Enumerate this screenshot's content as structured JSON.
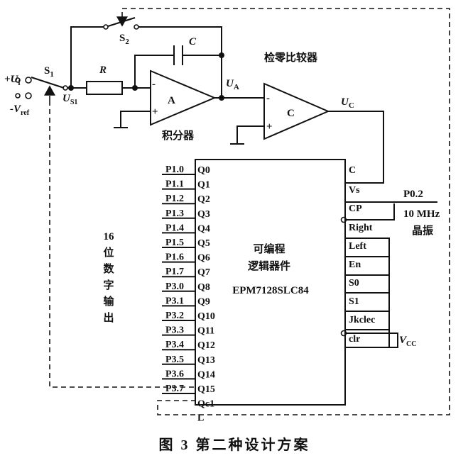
{
  "labels": {
    "s1": "S",
    "s1_sub": "1",
    "s2": "S",
    "s2_sub": "2",
    "ui": "+U",
    "ui_sub": "i",
    "vref": "-V",
    "vref_sub": "ref",
    "us1": "U",
    "us1_sub": "S1",
    "r": "R",
    "c": "C",
    "ua": "U",
    "ua_sub": "A",
    "uc": "U",
    "uc_sub": "C",
    "amp_a": "A",
    "amp_c": "C",
    "minus": "-",
    "plus": "+",
    "integrator": "积分器",
    "zero_comparator": "检零比较器",
    "osc_freq": "10 MHz",
    "osc_name": "晶振",
    "vcc": "V",
    "vcc_sub": "CC",
    "p02": "P0.2"
  },
  "output_label": [
    "16",
    "位",
    "数",
    "字",
    "输",
    "出"
  ],
  "chip": {
    "line1": "可编程",
    "line2": "逻辑器件",
    "model": "EPM7128SLC84",
    "left_pins": [
      "Q0",
      "Q1",
      "Q2",
      "Q3",
      "Q4",
      "Q5",
      "Q6",
      "Q7",
      "Q8",
      "Q9",
      "Q10",
      "Q11",
      "Q12",
      "Q13",
      "Q14",
      "Q15"
    ],
    "extra_pins": [
      "Qc1",
      "L"
    ],
    "right_pins": [
      "C",
      "Vs",
      "CP",
      "Right",
      "Left",
      "En",
      "S0",
      "S1",
      "Jkclec",
      "clr"
    ]
  },
  "port_labels": [
    "P1.0",
    "P1.1",
    "P1.2",
    "P1.3",
    "P1.4",
    "P1.5",
    "P1.6",
    "P1.7",
    "P3.0",
    "P3.1",
    "P3.2",
    "P3.3",
    "P3.4",
    "P3.5",
    "P3.6",
    "P3.7"
  ],
  "caption": "图 3   第二种设计方案"
}
